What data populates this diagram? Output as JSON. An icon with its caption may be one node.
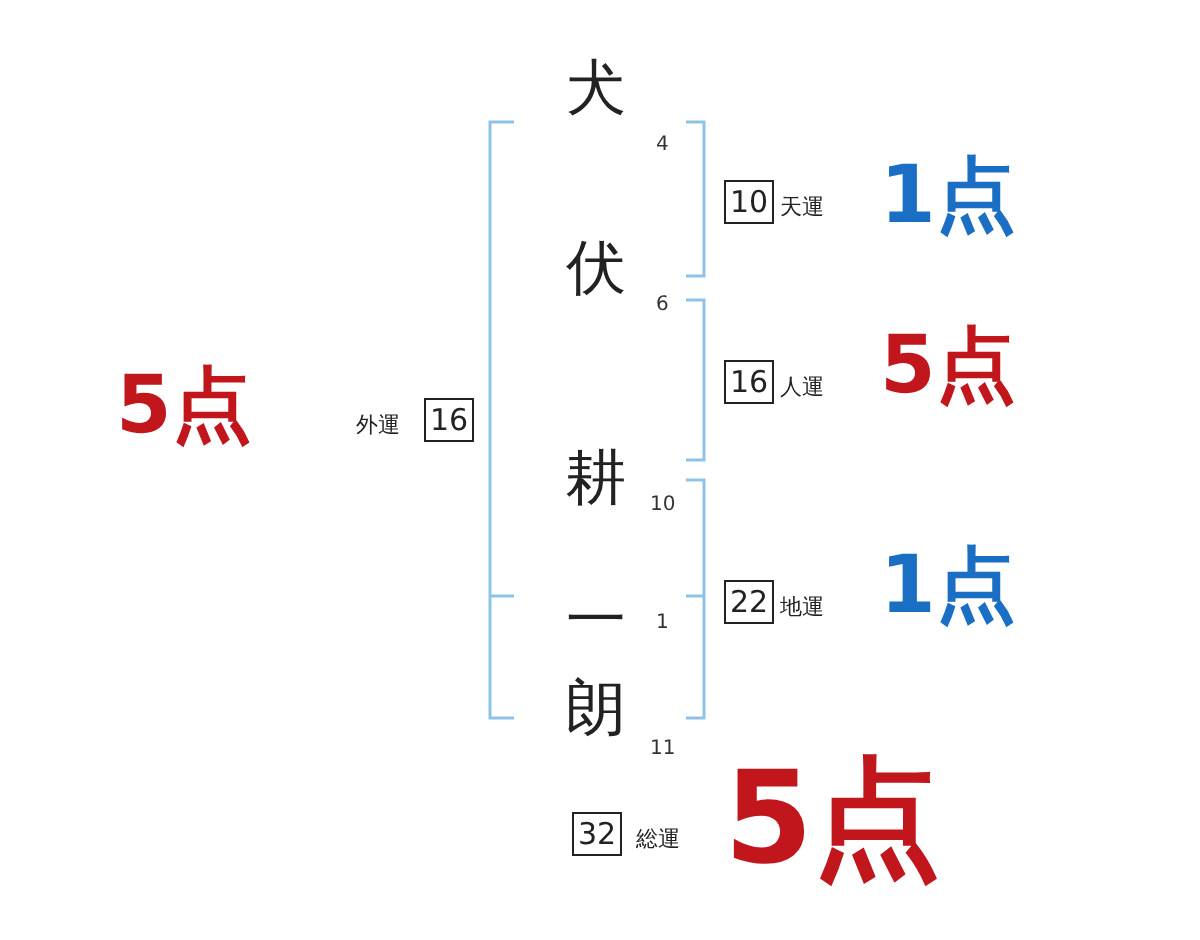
{
  "diagram": {
    "nodes": [
      {
        "text": [
          "10"
        ],
        "beside": [
          "天運"
        ]
      },
      {
        "text": [
          "16"
        ],
        "beside": [
          "人運"
        ]
      },
      {
        "text": [
          "22"
        ],
        "beside": [
          "地運"
        ]
      },
      {
        "text": [
          "16"
        ],
        "beside": [
          "外運"
        ]
      },
      {
        "text": [
          "32"
        ],
        "beside": [
          "総運"
        ]
      }
    ],
    "labels": [
      "犬",
      "4",
      "伏",
      "6",
      "耕",
      "10",
      "一",
      "1",
      "朗",
      "11",
      "1点",
      "5点",
      "5点",
      "1点",
      "5点"
    ]
  }
}
